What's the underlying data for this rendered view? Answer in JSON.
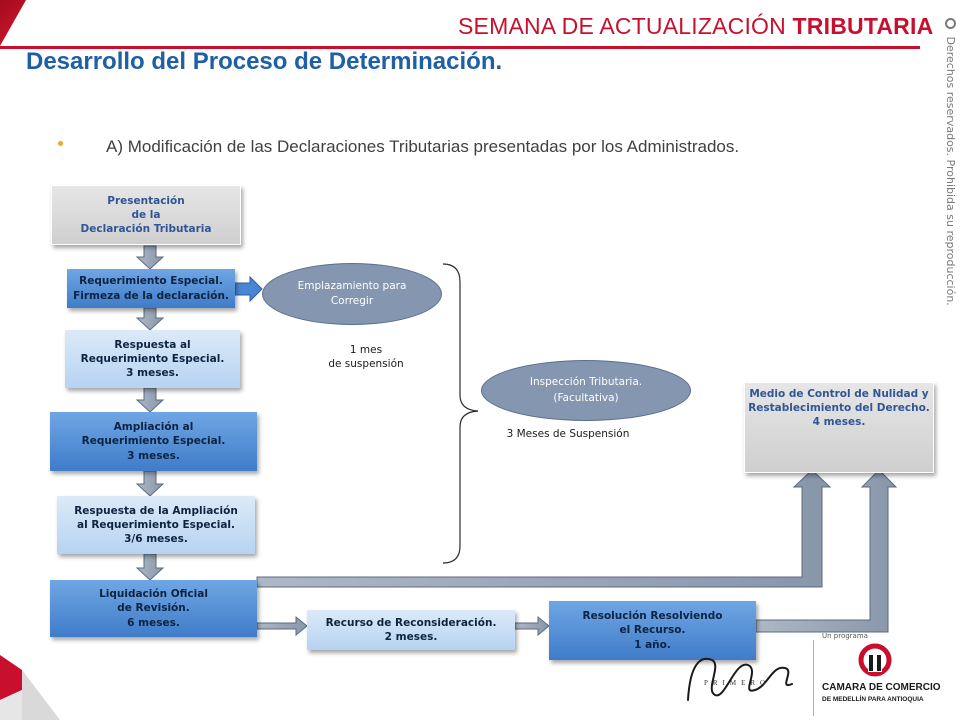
{
  "header": {
    "title_regular": "SEMANA DE ACTUALIZACIÓN",
    "title_bold": "TRIBUTARIA",
    "accent_color": "#c8102e"
  },
  "page": {
    "title": "Desarrollo del Proceso de Determinación",
    "title_dot": ".",
    "subtitle": "A) Modificación de las Declaraciones Tributarias presentadas por los Administrados."
  },
  "sidebar_vertical": {
    "text": "Derechos reservados.  Prohibida su reproducción."
  },
  "diagram": {
    "boxes": {
      "presentacion": "Presentación\nde la\nDeclaración  Tributaria",
      "requerimiento": "Requerimiento Especial.\nFirmeza de la declaración.",
      "respuesta": "Respuesta al\nRequerimiento Especial.\n3 meses.",
      "ampliacion": "Ampliación al\nRequerimiento Especial.\n3 meses.",
      "respuesta_ampliacion": "Respuesta de la Ampliación\nal Requerimiento Especial.\n3/6 meses.",
      "liquidacion": "Liquidación  Oficial\nde Revisión.\n6 meses.",
      "recurso": "Recurso de Reconsideración.\n2 meses.",
      "resolucion": "Resolución  Resolviendo\nel Recurso.\n1 año.",
      "medio_control": "Medio de Control de Nulidad y\nRestablecimiento del Derecho.\n4 meses."
    },
    "ellipses": {
      "emplazamiento": "Emplazamiento  para\nCorregir",
      "inspeccion": "Inspección Tributaria.\n(Facultativa)"
    },
    "notes": {
      "suspension_1mes": "1 mes\nde suspensión",
      "suspension_3meses": "3 Meses de Suspensión"
    }
  },
  "footer": {
    "program_caption": "Un programa",
    "signature_text": "Aprendiendo",
    "primero": "PRIMERO",
    "camara_line1": "CAMARA DE COMERCIO",
    "camara_line2": "DE MEDELLÍN PARA ANTIOQUIA"
  }
}
